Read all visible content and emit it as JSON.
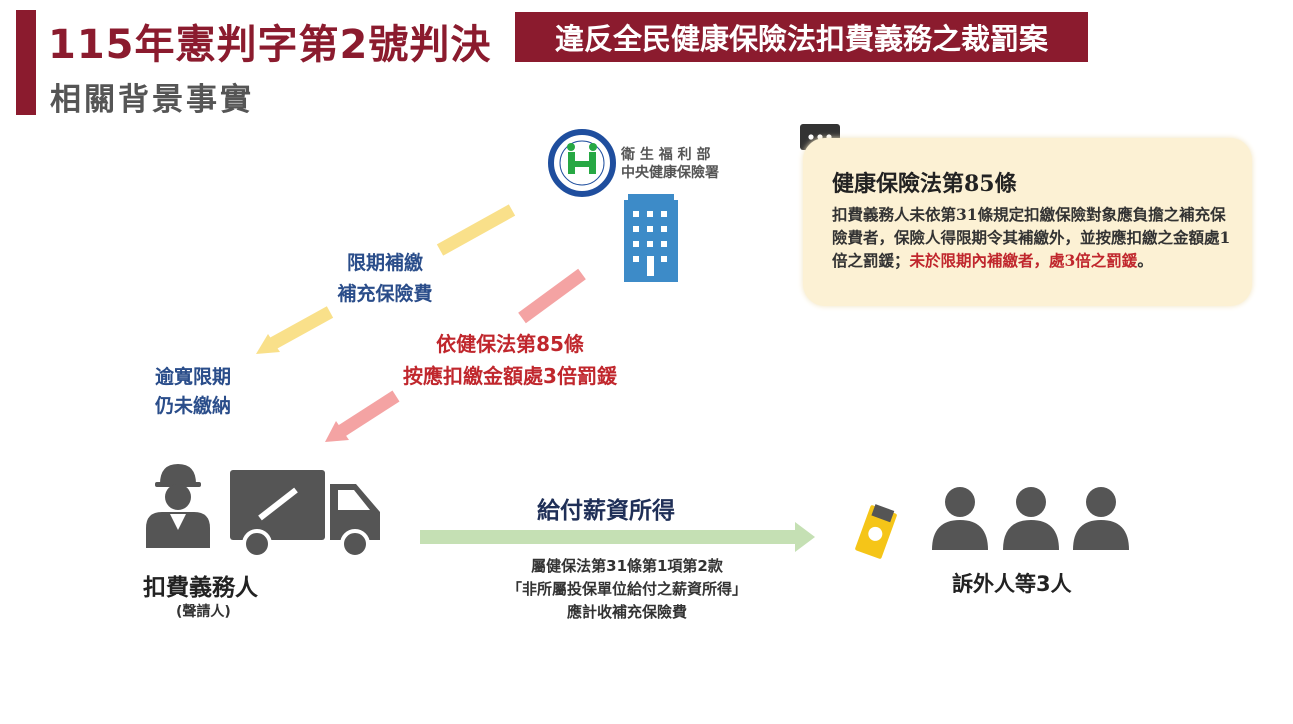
{
  "header": {
    "title": "115年憲判字第2號判決",
    "subtitle": "違反全民健康保險法扣費義務之裁罰案",
    "section": "相關背景事實"
  },
  "agency": {
    "line1": "衛 生 福 利 部",
    "line2": "中央健康保險署"
  },
  "callout": {
    "title": "健康保險法第85條",
    "body": "扣費義務人未依第31條規定扣繳保險對象應負擔之補充保險費者，保險人得限期令其補繳外，並按應扣繳之金額處1倍之罰鍰；",
    "body_red": "未於限期內補繳者，處3倍之罰鍰",
    "end": "。"
  },
  "arrows": {
    "yellow_line1": "限期補繳",
    "yellow_line2": "補充保險費",
    "red_line1": "依健保法第85條",
    "red_line2": "按應扣繳金額處3倍罰鍰",
    "overdue_line1": "逾寬限期",
    "overdue_line2": "仍未繳納"
  },
  "payer": {
    "label": "扣費義務人",
    "sub": "(聲請人)"
  },
  "flow": {
    "title": "給付薪資所得",
    "line1": "屬健保法第31條第1項第2款",
    "line2": "「非所屬投保單位給付之薪資所得」",
    "line3": "應計收補充保險費"
  },
  "recipients": {
    "label": "訴外人等3人"
  },
  "colors": {
    "brand": "#8b1b2e",
    "blue": "#3d8bc8",
    "red": "#c0272d",
    "green_arrow": "#c5e0b4"
  }
}
